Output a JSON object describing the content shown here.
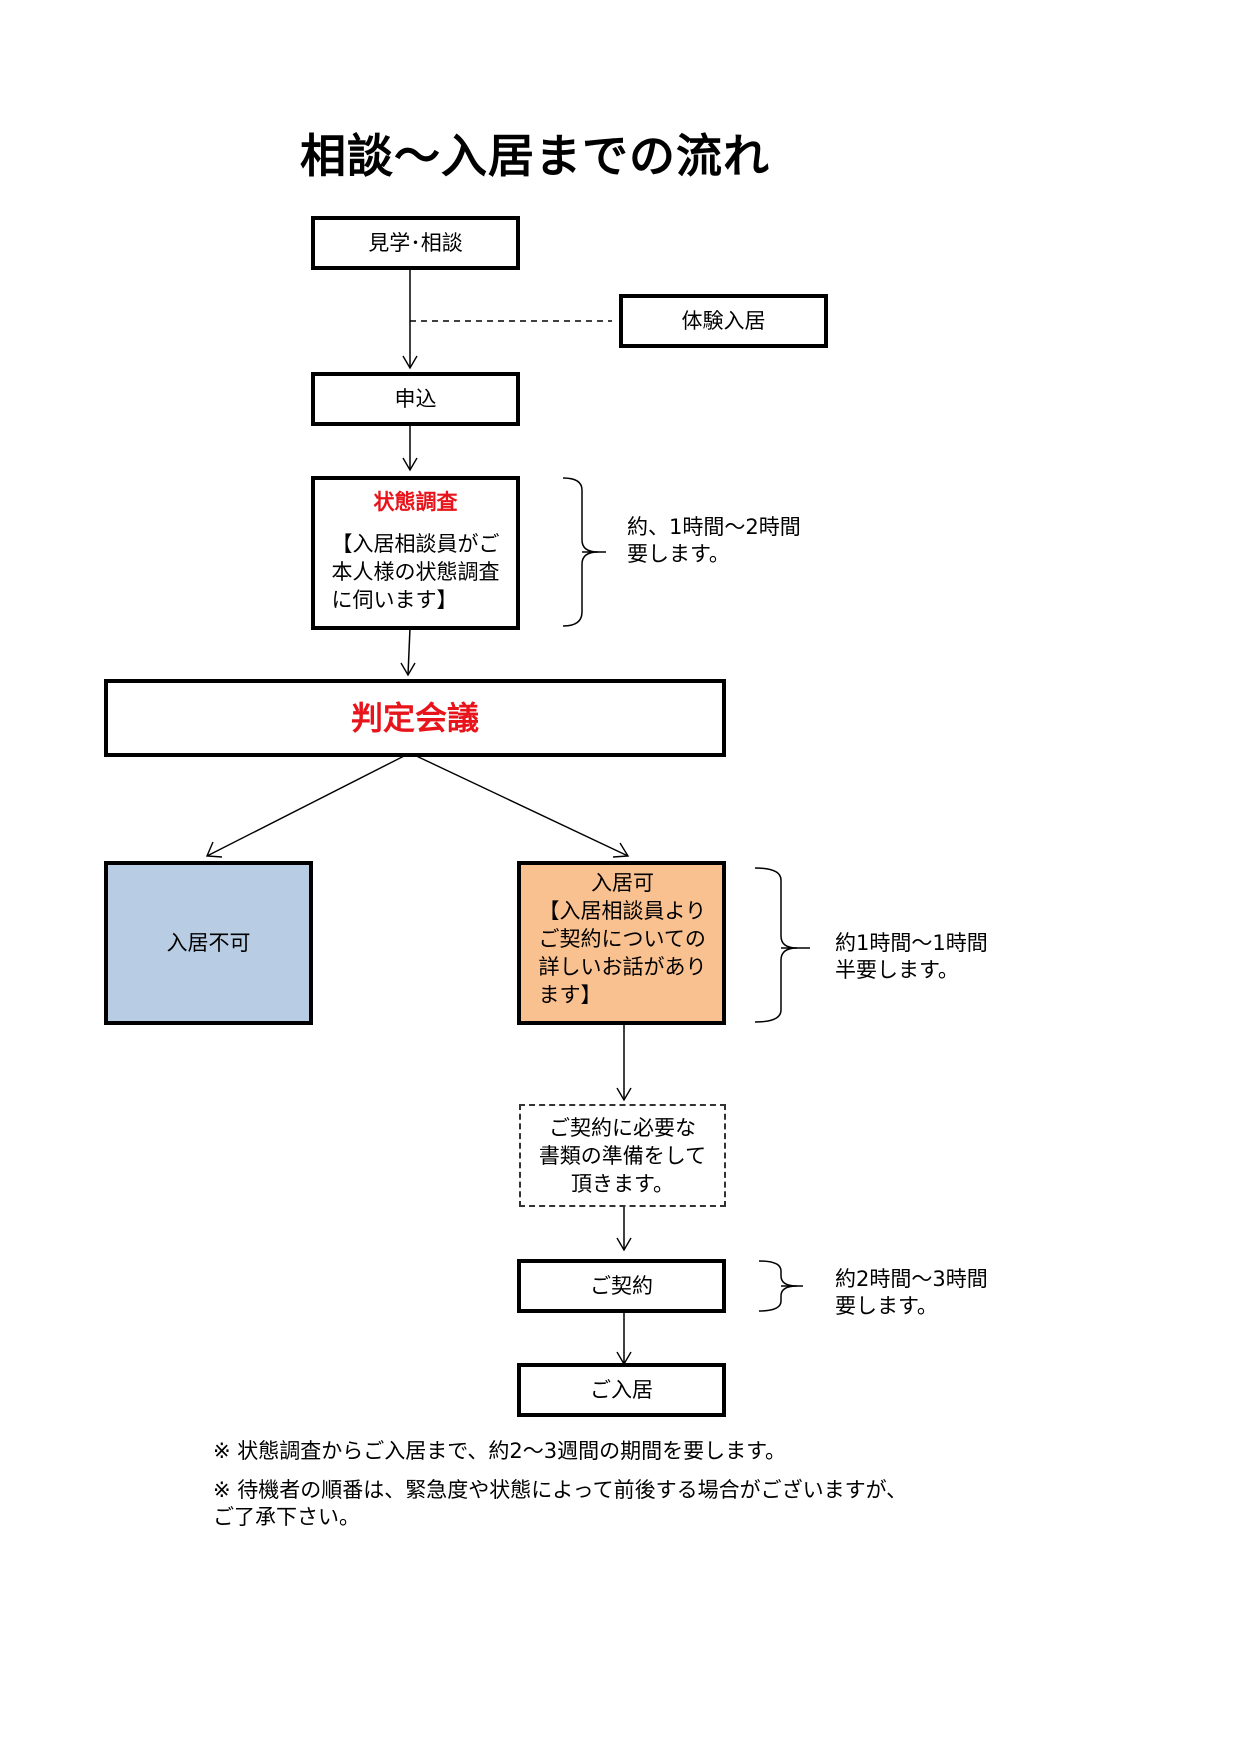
{
  "title": "相談〜入居までの流れ",
  "steps": {
    "visit": "見学･相談",
    "trial": "体験入居",
    "apply": "申込",
    "survey": {
      "heading": "状態調査",
      "lines": [
        "【入居相談員がご",
        "本人様の状態調査",
        "に伺います】"
      ]
    },
    "judgment": "判定会議",
    "rejected": "入居不可",
    "accepted": {
      "heading": "入居可",
      "lines": [
        "【入居相談員より",
        "ご契約についての",
        "詳しいお話があり",
        "ます】"
      ]
    },
    "documents": {
      "lines": [
        "ご契約に必要な",
        "書類の準備をして",
        "頂きます。"
      ]
    },
    "contract": "ご契約",
    "move_in": "ご入居"
  },
  "durations": {
    "survey": [
      "約、1時間〜2時間",
      "要します。"
    ],
    "accepted": [
      "約1時間〜1時間",
      "半要します。"
    ],
    "contract": [
      "約2時間〜3時間",
      "要します。"
    ]
  },
  "footnotes": [
    "※ 状態調査からご入居まで、約2〜3週間の期間を要します。",
    "※ 待機者の順番は、緊急度や状態によって前後する場合がございますが、ご了承下さい。"
  ],
  "colors": {
    "heading_red": "#e8141b",
    "rejected_fill": "#b8cce4",
    "accepted_fill": "#f9c090"
  }
}
